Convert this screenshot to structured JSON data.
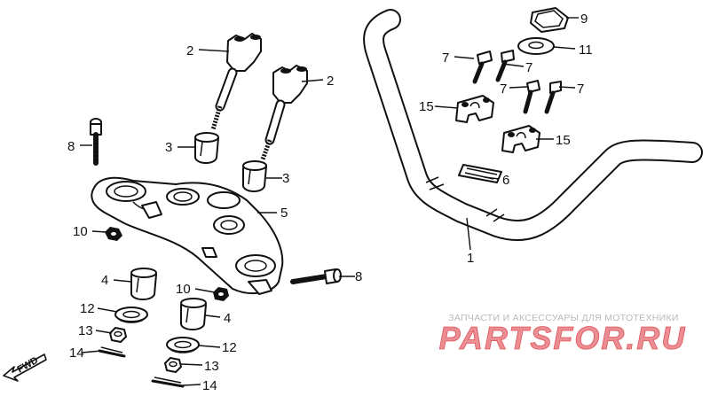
{
  "callouts": {
    "c1": "1",
    "c2a": "2",
    "c2b": "2",
    "c3a": "3",
    "c3b": "3",
    "c4a": "4",
    "c4b": "4",
    "c5": "5",
    "c6": "6",
    "c7a": "7",
    "c7b": "7",
    "c7c": "7",
    "c7d": "7",
    "c8a": "8",
    "c8b": "8",
    "c9": "9",
    "c10a": "10",
    "c10b": "10",
    "c11": "11",
    "c12a": "12",
    "c12b": "12",
    "c13a": "13",
    "c13b": "13",
    "c14a": "14",
    "c14b": "14",
    "c15a": "15",
    "c15b": "15"
  },
  "fwd_label": "FWD",
  "watermark": {
    "caption": "ЗАПЧАСТИ И АКСЕССУАРЫ ДЛЯ МОТОТЕХНИКИ",
    "logo_text": "PARTSFOR.RU",
    "color": "#d9313a"
  },
  "colors": {
    "line": "#111111",
    "background": "#ffffff",
    "watermark_grey": "#b9b9b9"
  }
}
